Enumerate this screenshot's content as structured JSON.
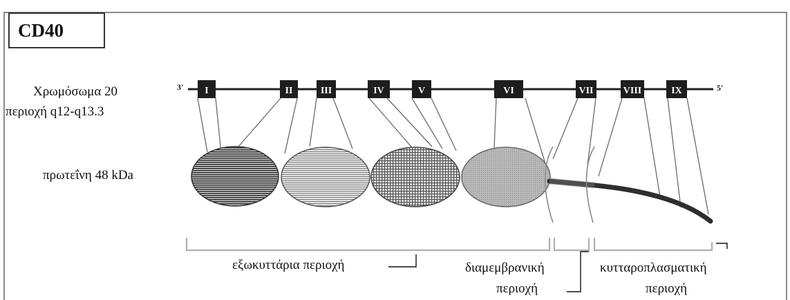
{
  "title": "CD40",
  "chromosome": {
    "line1": "Χρωμόσωμα 20",
    "line2": "περιοχή q12-q13.3",
    "end_left": "3'",
    "end_right": "5'"
  },
  "exons": [
    "I",
    "II",
    "III",
    "IV",
    "V",
    "VI",
    "VII",
    "VIII",
    "IX"
  ],
  "protein": {
    "label": "πρωτεΐνη 48 kDa"
  },
  "domains": {
    "extracellular": "εξωκυττάρια περιοχή",
    "transmembrane_line1": "διαμεμβρανική",
    "transmembrane_line2": "περιοχή",
    "cytoplasmic_line1": "κυτταροπλασματική",
    "cytoplasmic_line2": "περιοχή"
  },
  "colors": {
    "exon_fill": "#1e1e1e",
    "line": "#555555",
    "frame": "#8a8a8a"
  }
}
